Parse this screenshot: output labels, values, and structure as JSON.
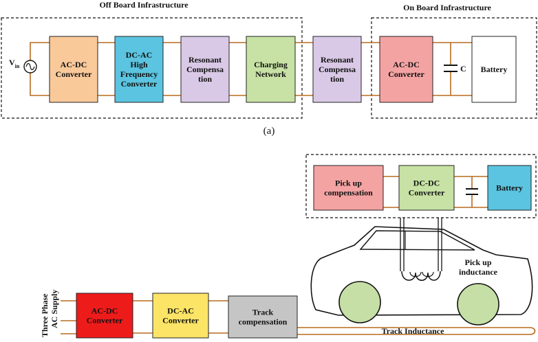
{
  "panel_a": {
    "caption": "(a)",
    "off_board_title": "Off Board Infrastructure",
    "on_board_title": "On Board Infrastructure",
    "source_label": "V",
    "source_subscript": "in",
    "capacitor_label": "C",
    "blocks": [
      {
        "id": "ac-dc-converter",
        "lines": [
          "AC-DC",
          "Converter"
        ],
        "color": "#f9c99a"
      },
      {
        "id": "dc-ac-hf-converter",
        "lines": [
          "DC-AC",
          "High",
          "Frequency",
          "Converter"
        ],
        "color": "#5bc4e0"
      },
      {
        "id": "resonant-compensation-1",
        "lines": [
          "Resonant",
          "Compensa",
          "tion"
        ],
        "color": "#d9c9e6"
      },
      {
        "id": "charging-network",
        "lines": [
          "Charging",
          "Network"
        ],
        "color": "#c7e2a4"
      },
      {
        "id": "resonant-compensation-2",
        "lines": [
          "Resonant",
          "Compensa",
          "tion"
        ],
        "color": "#d9c9e6"
      },
      {
        "id": "onboard-ac-dc-converter",
        "lines": [
          "AC-DC",
          "Converter"
        ],
        "color": "#f4a3a3"
      },
      {
        "id": "battery",
        "lines": [
          "Battery"
        ],
        "color": "#ffffff"
      }
    ]
  },
  "panel_b": {
    "supply_label_1": "Three Phase",
    "supply_label_2": "AC Supply",
    "track_inductance_label": "Track Inductance",
    "pickup_inductance_lines": [
      "Pick up",
      "inductance"
    ],
    "blocks": [
      {
        "id": "ac-dc-converter",
        "lines": [
          "AC-DC",
          "Converter"
        ],
        "color": "#ee1b1b"
      },
      {
        "id": "dc-ac-converter",
        "lines": [
          "DC-AC",
          "Converter"
        ],
        "color": "#fbe466"
      },
      {
        "id": "track-compensation",
        "lines": [
          "Track",
          "compensation"
        ],
        "color": "#c5c5c5"
      },
      {
        "id": "pickup-compensation",
        "lines": [
          "Pick up",
          "compensation"
        ],
        "color": "#f4a3a3"
      },
      {
        "id": "dc-dc-converter",
        "lines": [
          "DC-DC",
          "Converter"
        ],
        "color": "#c7e2a4"
      },
      {
        "id": "battery",
        "lines": [
          "Battery"
        ],
        "color": "#5bc4e0"
      }
    ],
    "wheel_color": "#c5dfa6"
  }
}
